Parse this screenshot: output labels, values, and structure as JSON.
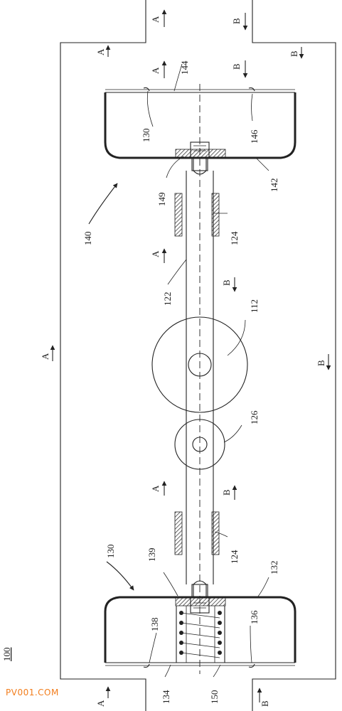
{
  "figure": {
    "ref_100": "100",
    "watermark": "PV001.COM",
    "flow_a": "A",
    "flow_b": "B",
    "labels": {
      "r144": "144",
      "r130_top": "130",
      "r146": "146",
      "r142": "142",
      "r149": "149",
      "r140": "140",
      "r124_top": "124",
      "r122": "122",
      "r112": "112",
      "r126": "126",
      "r124_bottom": "124",
      "r130_bottom": "130",
      "r139": "139",
      "r132": "132",
      "r138": "138",
      "r136": "136",
      "r134": "134",
      "r150": "150"
    }
  }
}
